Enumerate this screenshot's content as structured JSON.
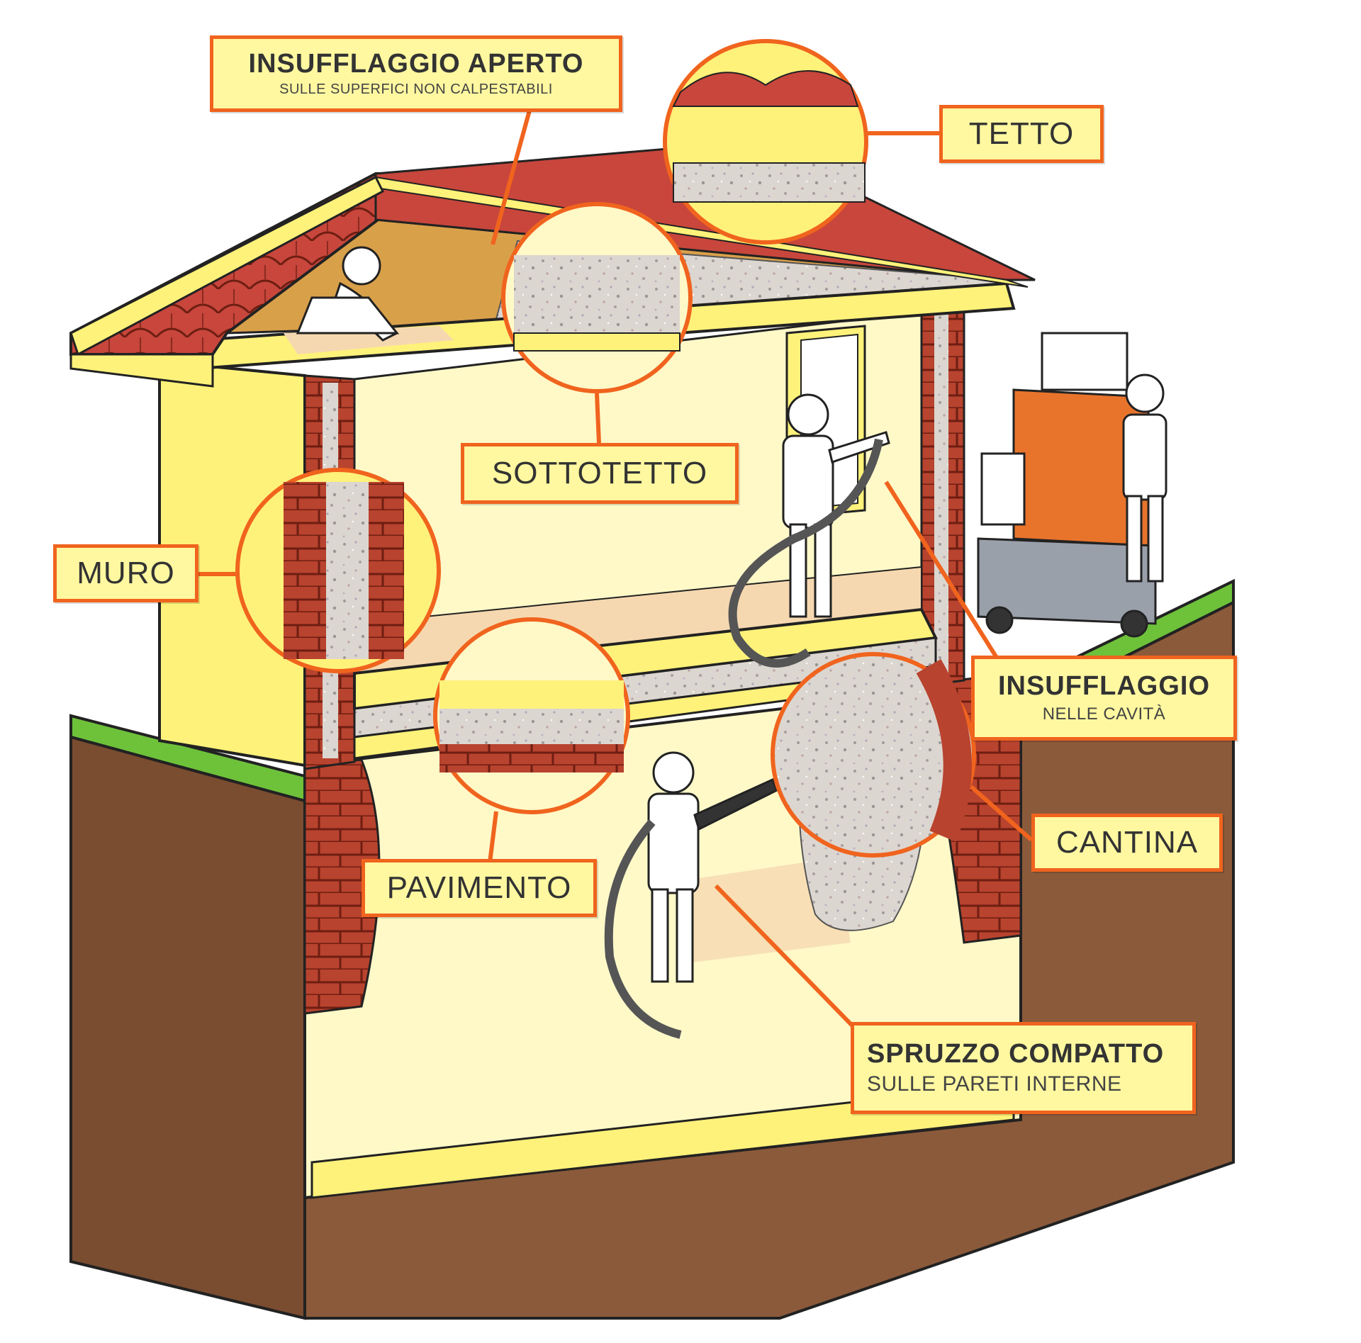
{
  "labels": {
    "insufflaggio_aperto": {
      "title": "INSUFFLAGGIO APERTO",
      "subtitle": "SULLE SUPERFICI NON CALPESTABILI"
    },
    "tetto": {
      "title": "TETTO"
    },
    "sottotetto": {
      "title": "SOTTOTETTO"
    },
    "muro": {
      "title": "MURO"
    },
    "insufflaggio_cavita": {
      "title": "INSUFFLAGGIO",
      "subtitle": "NELLE CAVITÀ"
    },
    "cantina": {
      "title": "CANTINA"
    },
    "pavimento": {
      "title": "PAVIMENTO"
    },
    "spruzzo_compatto": {
      "title": "SPRUZZO COMPATTO",
      "subtitle": "SULLE PARETI INTERNE"
    }
  },
  "colors": {
    "callout_border": "#f0641e",
    "callout_fill": "#fff8a0",
    "roof_tile": "#c8463c",
    "brick": "#b8432e",
    "wall_yellow": "#fff27a",
    "earth": "#8b5a3a",
    "grass": "#6ec23a",
    "insulation": "#d9d2cc",
    "machine": "#e8742c"
  }
}
